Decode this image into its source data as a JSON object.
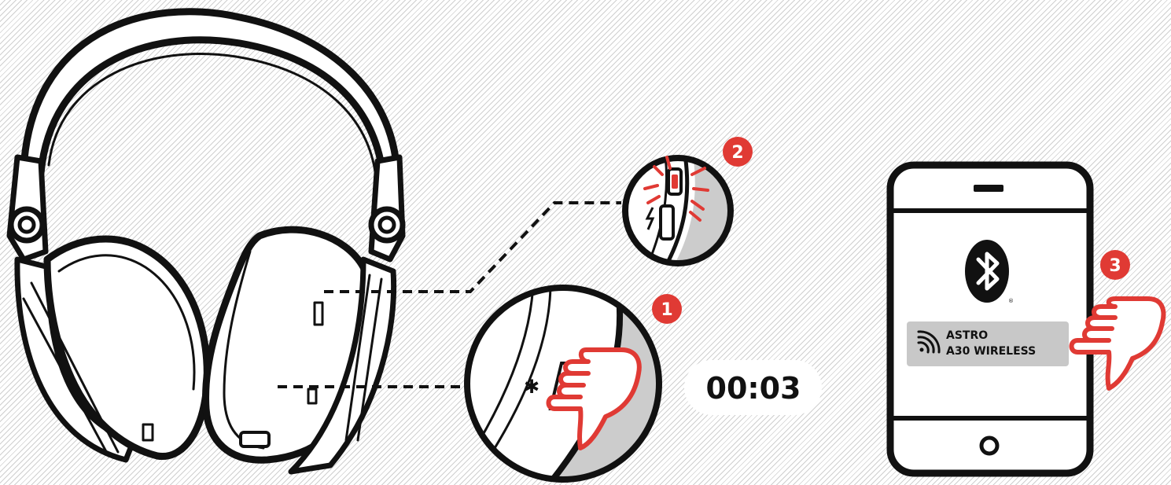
{
  "steps": {
    "step1": "1",
    "step2": "2",
    "step3": "3"
  },
  "timer": "00:03",
  "phone": {
    "device_line1": "ASTRO",
    "device_line2": "A30 WIRELESS",
    "bluetooth_trademark": "®"
  },
  "colors": {
    "accent_red": "#e03a34",
    "ink": "#111111",
    "grey_fill": "#cccccc",
    "panel_grey": "#c8c8c8"
  },
  "icons": {
    "bluetooth_logo": "bluetooth-icon",
    "wifi_signal": "signal-icon",
    "pointing_hand": "hand-pointer-icon",
    "charging_bolt": "lightning-icon",
    "led_blink": "led-blink-icon"
  }
}
